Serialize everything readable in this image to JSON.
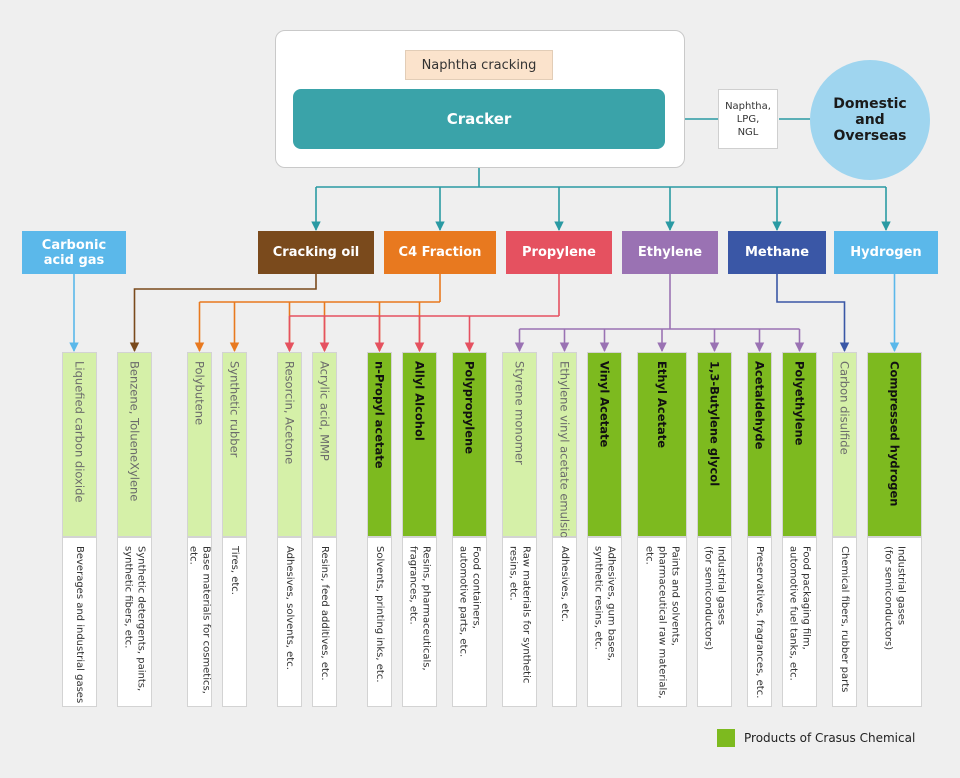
{
  "top": {
    "stage_label": "Naphtha cracking",
    "cracker_label": "Cracker",
    "feed_label": "Naphtha,\nLPG,\nNGL",
    "source_label": "Domestic\nand\nOverseas"
  },
  "fractions": [
    {
      "id": "carbonic",
      "label": "Carbonic\nacid gas",
      "color": "#5bb8ea"
    },
    {
      "id": "cracking_oil",
      "label": "Cracking oil",
      "color": "#7a4a1c"
    },
    {
      "id": "c4",
      "label": "C4 Fraction",
      "color": "#e8791f"
    },
    {
      "id": "propylene",
      "label": "Propylene",
      "color": "#e55160"
    },
    {
      "id": "ethylene",
      "label": "Ethylene",
      "color": "#9a72b3"
    },
    {
      "id": "methane",
      "label": "Methane",
      "color": "#3a57a6"
    },
    {
      "id": "hydrogen",
      "label": "Hydrogen",
      "color": "#5bb8ea"
    }
  ],
  "connector_color": "#2a9aa3",
  "products": [
    {
      "label": "Liquefied carbon dioxide",
      "own": false,
      "use": "Beverages and industrial gases"
    },
    {
      "label": "Benzene, TolueneXylene",
      "own": false,
      "use": "Synthetic detergents, paints,\nsynthetic fibers, etc."
    },
    {
      "label": "Polybutene",
      "own": false,
      "use": "Base materials for cosmetics, etc."
    },
    {
      "label": "Synthetic rubber",
      "own": false,
      "use": "Tires, etc."
    },
    {
      "label": "Resorcin, Acetone",
      "own": false,
      "use": "Adhesives, solvents, etc."
    },
    {
      "label": "Acrylic acid, MMP",
      "own": false,
      "use": "Resins, feed additives, etc."
    },
    {
      "label": "n-Propyl acetate",
      "own": true,
      "use": "Solvents, printing inks, etc."
    },
    {
      "label": "Allyl Alcohol",
      "own": true,
      "use": "Resins, pharmaceuticals,\nfragrances, etc."
    },
    {
      "label": "Polypropylene",
      "own": true,
      "use": "Food containers,\nautomotive parts, etc."
    },
    {
      "label": "Styrene monomer",
      "own": false,
      "use": "Raw materials for synthetic\nresins, etc."
    },
    {
      "label": "Ethylene vinyl acetate emulsion",
      "own": false,
      "use": "Adhesives, etc."
    },
    {
      "label": "Vinyl Acetate",
      "own": true,
      "use": "Adhesives, gum bases,\nsynthetic resins, etc."
    },
    {
      "label": "Ethyl Acetate",
      "own": true,
      "use": "Paints and solvents,\npharmaceutical raw materials,\netc."
    },
    {
      "label": "1,3-Butylene glycol",
      "own": true,
      "use": "Industrial gases\n(for semiconductors)"
    },
    {
      "label": "Acetaldehyde",
      "own": true,
      "use": "Preservatives, fragrances, etc."
    },
    {
      "label": "Polyethylene",
      "own": true,
      "use": "Food packaging film,\nautomotive fuel tanks, etc."
    },
    {
      "label": "Carbon disulfide",
      "own": false,
      "use": "Chemical fibers, rubber parts"
    },
    {
      "label": "Compressed hydrogen",
      "own": true,
      "use": "Industrial gases\n(for semiconductors)"
    }
  ],
  "legend": {
    "label": "Products of Crasus Chemical",
    "color": "#7dba1f"
  }
}
